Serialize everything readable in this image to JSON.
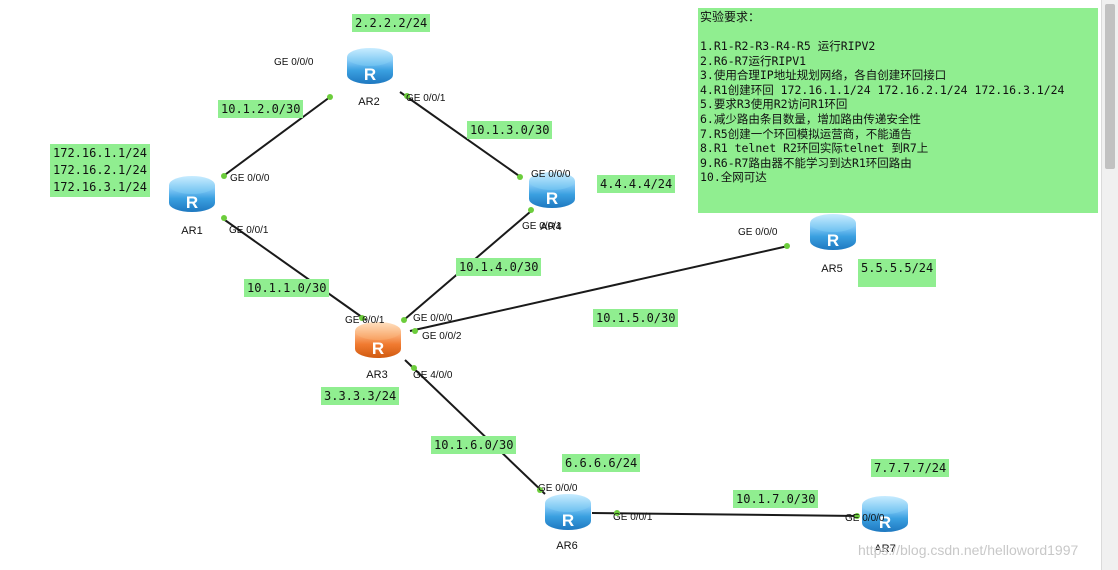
{
  "routers": {
    "ar1": {
      "name": "AR1",
      "icon": "router-icon",
      "color": "#3aa0e0"
    },
    "ar2": {
      "name": "AR2",
      "icon": "router-icon",
      "color": "#3aa0e0"
    },
    "ar3": {
      "name": "AR3",
      "icon": "router-icon",
      "color": "#f07a30"
    },
    "ar4": {
      "name": "AR4",
      "icon": "router-icon",
      "color": "#3aa0e0"
    },
    "ar5": {
      "name": "AR5",
      "icon": "router-icon",
      "color": "#3aa0e0"
    },
    "ar6": {
      "name": "AR6",
      "icon": "router-icon",
      "color": "#3aa0e0"
    },
    "ar7": {
      "name": "AR7",
      "icon": "router-icon",
      "color": "#3aa0e0"
    }
  },
  "loopbacks": {
    "ar1": "172.16.1.1/24\n172.16.2.1/24\n172.16.3.1/24",
    "ar2": "2.2.2.2/24",
    "ar3": "3.3.3.3/24",
    "ar4": "4.4.4.4/24",
    "ar5": "5.5.5.5/24",
    "ar6": "6.6.6.6/24",
    "ar7": "7.7.7.7/24"
  },
  "subnets": {
    "ar1_ar2": "10.1.2.0/30",
    "ar2_ar4": "10.1.3.0/30",
    "ar1_ar3": "10.1.1.0/30",
    "ar3_ar4": "10.1.4.0/30",
    "ar3_ar5": "10.1.5.0/30",
    "ar3_ar6": "10.1.6.0/30",
    "ar6_ar7": "10.1.7.0/30"
  },
  "ports": {
    "ar2_to_ar1": "GE 0/0/0",
    "ar2_to_ar4": "GE 0/0/1",
    "ar1_to_ar2": "GE 0/0/0",
    "ar1_to_ar3": "GE 0/0/1",
    "ar4_to_ar2": "GE 0/0/0",
    "ar4_to_ar3": "GE 0/0/1",
    "ar5_to_ar3": "GE 0/0/0",
    "ar3_to_ar1": "GE 0/0/1",
    "ar3_to_ar4": "GE 0/0/0",
    "ar3_to_ar5": "GE 0/0/2",
    "ar3_to_ar6": "GE 4/0/0",
    "ar6_to_ar3": "GE 0/0/0",
    "ar6_to_ar7": "GE 0/0/1",
    "ar7_to_ar6": "GE 0/0/0"
  },
  "requirements": {
    "title": "实验要求：",
    "items": [
      "1.R1-R2-R3-R4-R5 运行RIPV2",
      "2.R6-R7运行RIPV1",
      "3.使用合理IP地址规划网络，各自创建环回接口",
      "4.R1创建环回 172.16.1.1/24 172.16.2.1/24 172.16.3.1/24",
      "5.要求R3使用R2访问R1环回",
      "6.减少路由条目数量，增加路由传递安全性",
      "7.R5创建一个环回模拟运营商，不能通告",
      "8.R1 telnet R2环回实际telnet 到R7上",
      "9.R6-R7路由器不能学习到达R1环回路由",
      "10.全网可达"
    ]
  },
  "watermark": "https://blog.csdn.net/helloword1997",
  "colors": {
    "label_bg": "#90ee90",
    "link": "#1a1a1a",
    "port_dot": "#6ccd3c",
    "router_blue": "#3aa0e0",
    "router_orange": "#f07a30"
  }
}
